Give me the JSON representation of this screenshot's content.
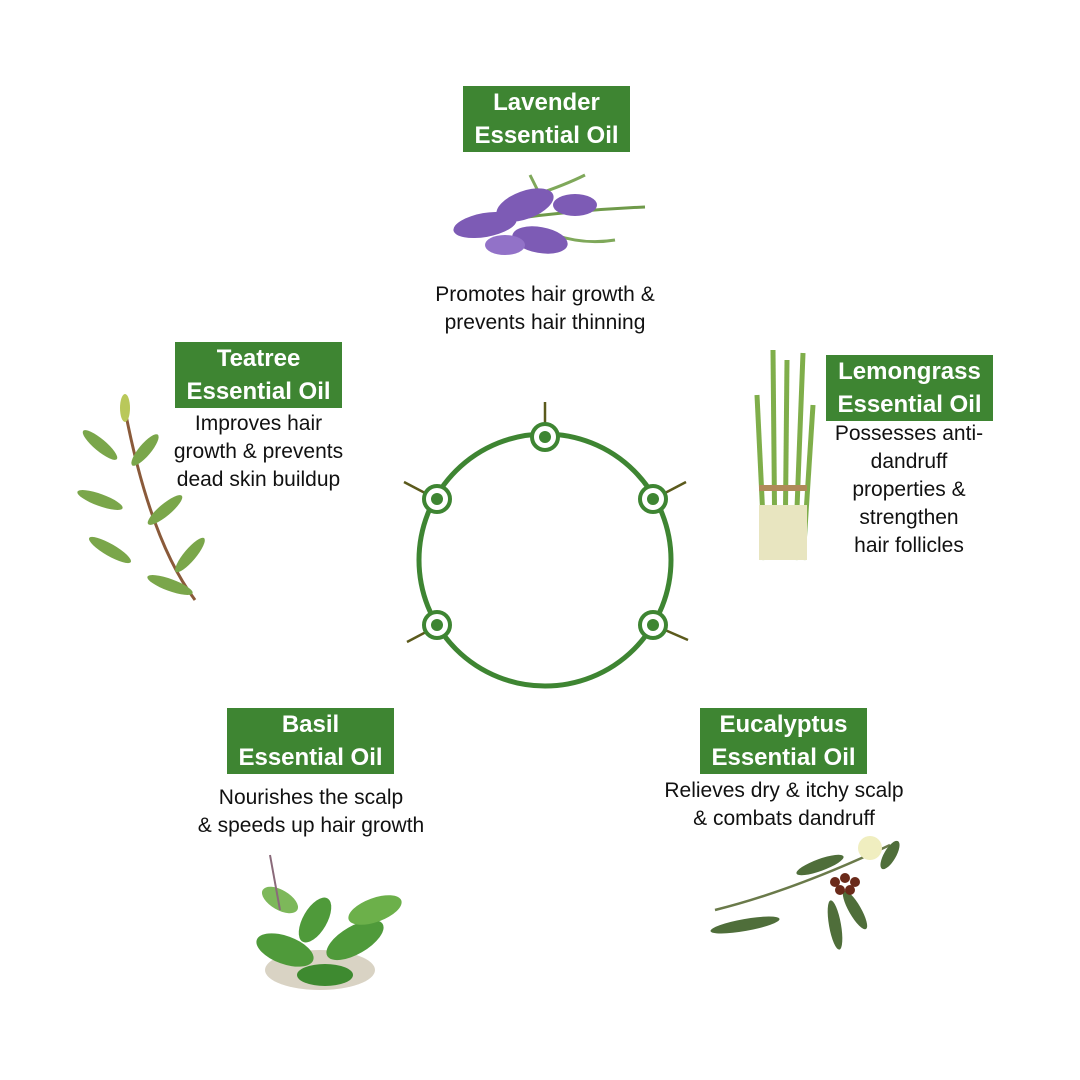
{
  "accent_color": "#3e8532",
  "tick_color": "#5b5a1c",
  "oils": [
    {
      "id": "lavender",
      "title_line1": "Lavender",
      "title_line2": "Essential Oil",
      "desc_line1": "Promotes hair growth &",
      "desc_line2": "prevents hair thinning",
      "icon": "lavender-icon"
    },
    {
      "id": "teatree",
      "title_line1": "Teatree",
      "title_line2": "Essential Oil",
      "desc_line1": "Improves hair",
      "desc_line2": "growth & prevents",
      "desc_line3": "dead skin buildup",
      "icon": "teatree-icon"
    },
    {
      "id": "lemongrass",
      "title_line1": "Lemongrass",
      "title_line2": "Essential Oil",
      "desc_line1": "Possesses anti-",
      "desc_line2": "dandruff",
      "desc_line3": "properties &",
      "desc_line4": "strengthen",
      "desc_line5": "hair follicles",
      "icon": "lemongrass-icon"
    },
    {
      "id": "basil",
      "title_line1": "Basil",
      "title_line2": "Essential Oil",
      "desc_line1": "Nourishes the scalp",
      "desc_line2": "& speeds up hair growth",
      "icon": "basil-icon"
    },
    {
      "id": "eucalyptus",
      "title_line1": "Eucalyptus",
      "title_line2": "Essential Oil",
      "desc_line1": "Relieves dry & itchy scalp",
      "desc_line2": "& combats dandruff",
      "icon": "eucalyptus-icon"
    }
  ]
}
